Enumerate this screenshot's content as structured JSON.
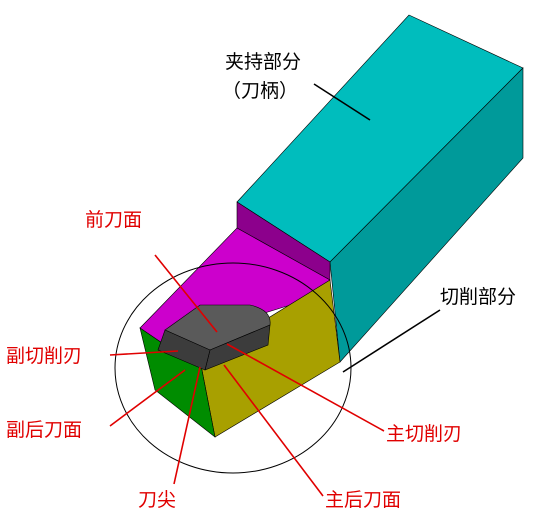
{
  "labels": {
    "shank": "夹持部分",
    "shank_paren": "（刀柄）",
    "cutting_part": "切削部分",
    "rake_face": "前刀面",
    "minor_cutting_edge": "副切削刃",
    "minor_flank": "副后刀面",
    "tool_tip": "刀尖",
    "major_flank": "主后刀面",
    "major_cutting_edge": "主切削刃"
  },
  "colors": {
    "shank_top": "#00BDBD",
    "shank_side": "#009A9A",
    "shank_face": "#00A8A8",
    "magenta": "#CC00CC",
    "magenta_dark": "#8C008C",
    "olive": "#A8A000",
    "green": "#008C00",
    "insert": "#5A5A5A",
    "insert_dark": "#3C3C3C",
    "label_red": "#E00000",
    "label_black": "#000000",
    "leader_red": "#E00000"
  }
}
